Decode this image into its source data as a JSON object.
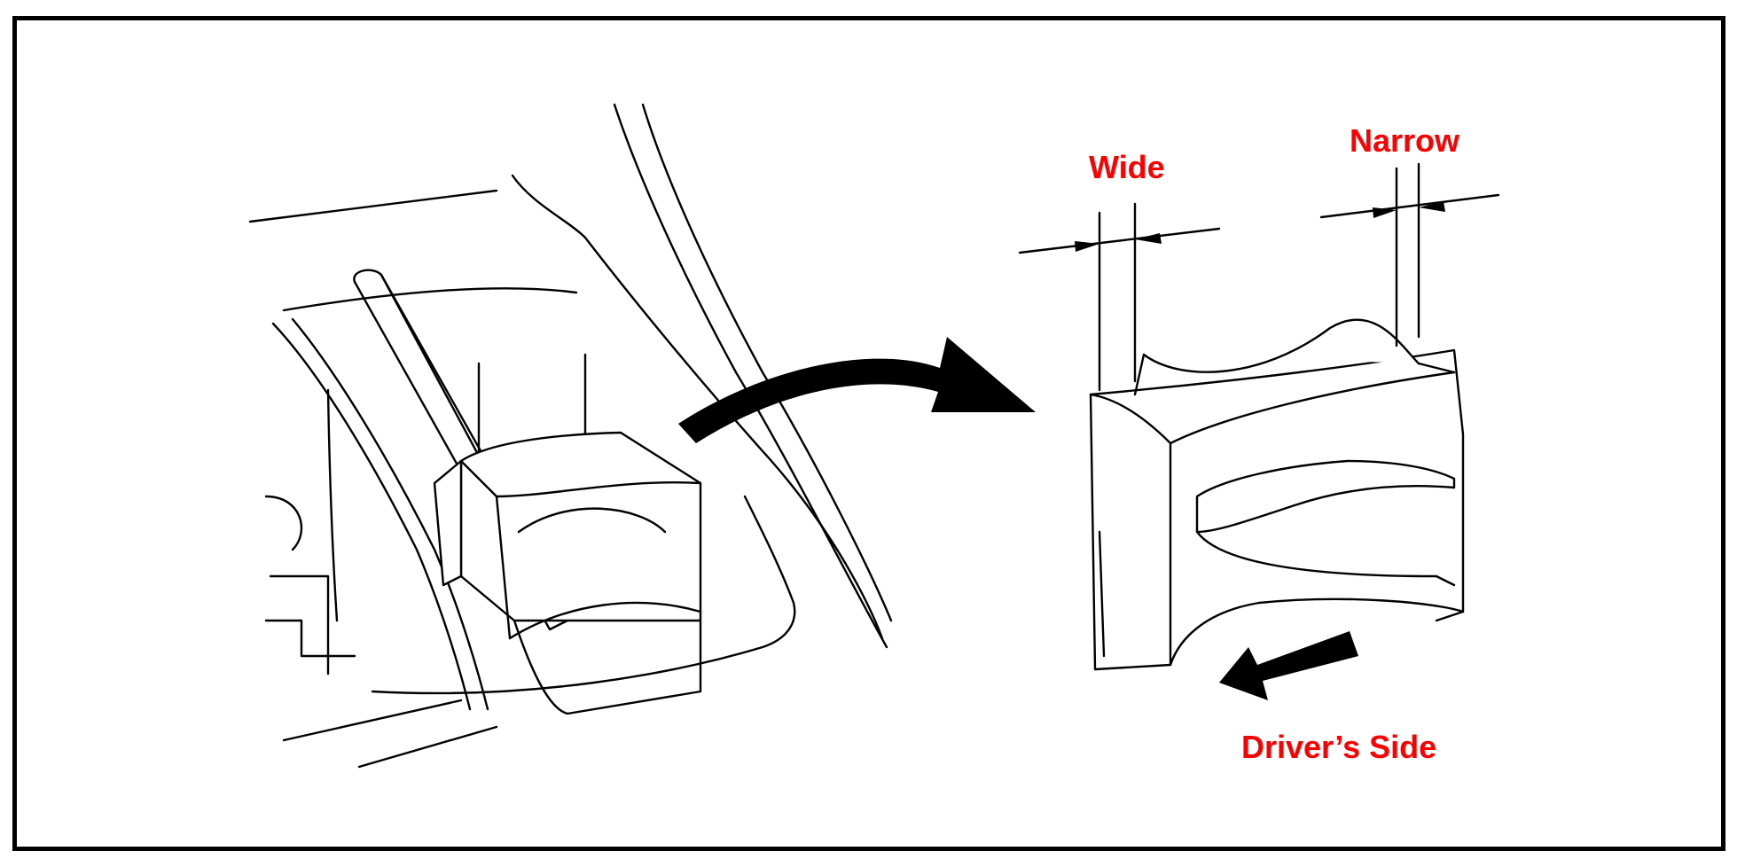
{
  "labels": {
    "wide": "Wide",
    "narrow": "Narrow",
    "drivers_side": "Driver’s Side"
  },
  "colors": {
    "label": "#ff0000",
    "line": "#000000",
    "background": "#ffffff"
  }
}
